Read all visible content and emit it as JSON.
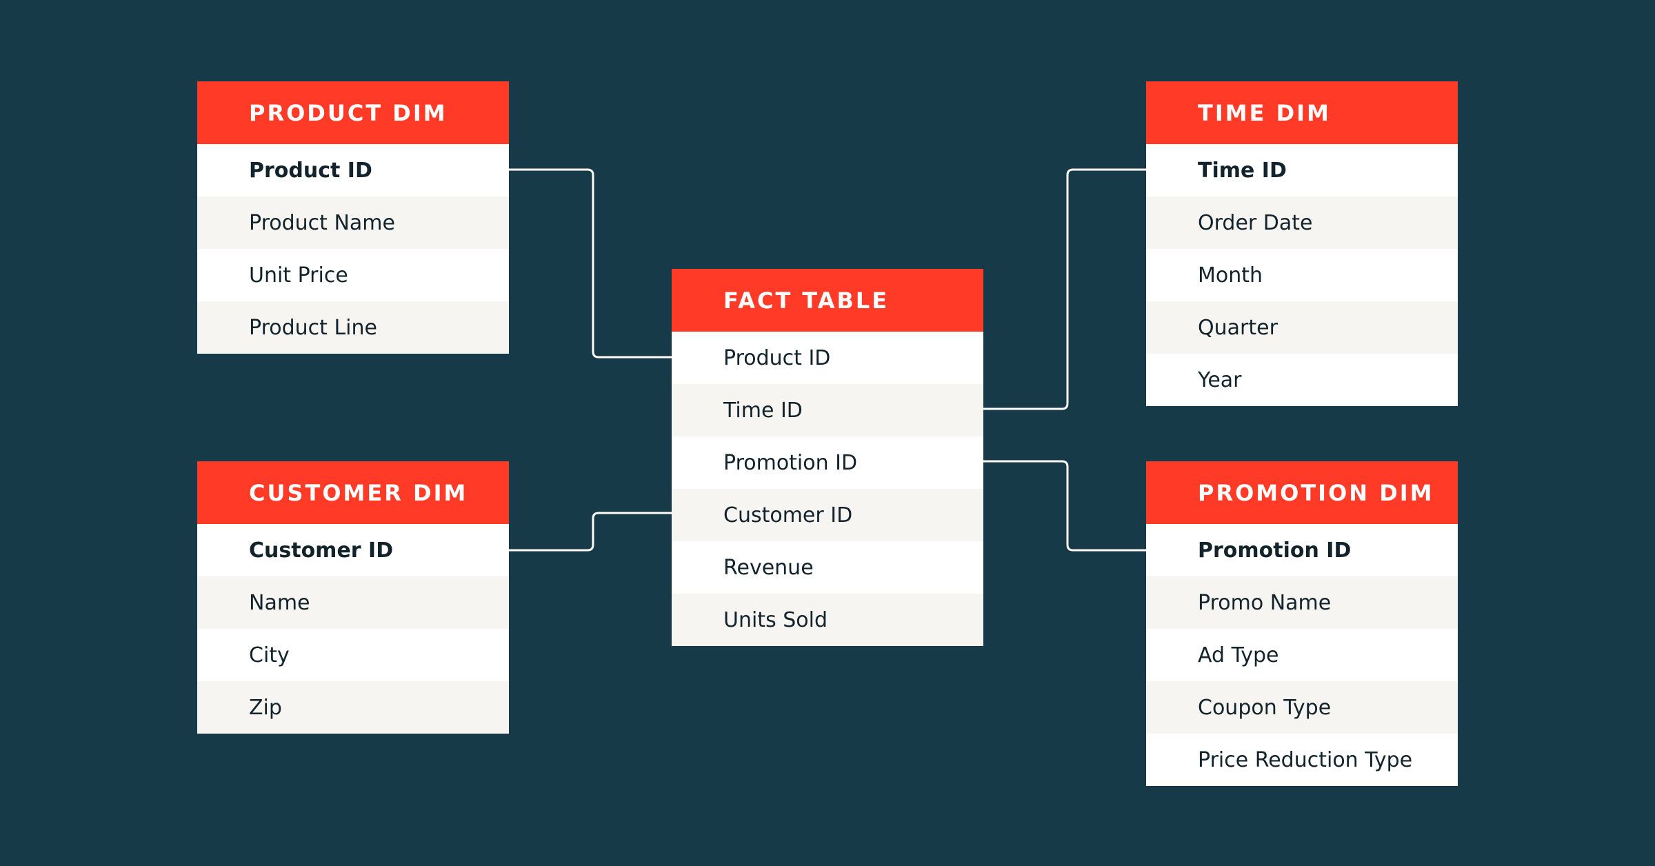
{
  "colors": {
    "background": "#173a48",
    "header": "#ff3a26",
    "row_light": "#f6f5f2",
    "row_white": "#ffffff",
    "connector": "#ffffff"
  },
  "tables": {
    "product_dim": {
      "title": "PRODUCT DIM",
      "fields": [
        "Product ID",
        "Product Name",
        "Unit Price",
        "Product Line"
      ]
    },
    "customer_dim": {
      "title": "CUSTOMER DIM",
      "fields": [
        "Customer ID",
        "Name",
        "City",
        "Zip"
      ]
    },
    "fact_table": {
      "title": "FACT TABLE",
      "fields": [
        "Product ID",
        "Time ID",
        "Promotion ID",
        "Customer ID",
        "Revenue",
        "Units Sold"
      ]
    },
    "time_dim": {
      "title": "TIME DIM",
      "fields": [
        "Time ID",
        "Order Date",
        "Month",
        "Quarter",
        "Year"
      ]
    },
    "promotion_dim": {
      "title": "PROMOTION DIM",
      "fields": [
        "Promotion ID",
        "Promo Name",
        "Ad Type",
        "Coupon Type",
        "Price Reduction Type"
      ]
    }
  }
}
